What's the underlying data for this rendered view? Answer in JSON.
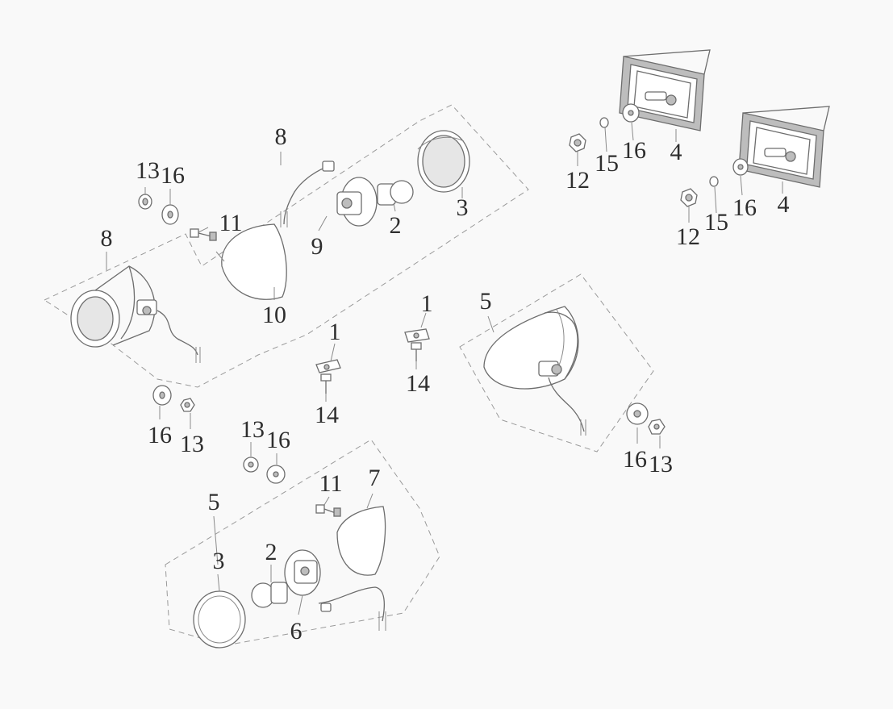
{
  "diagram": {
    "part_labels": [
      {
        "id": "l-8-top",
        "text": "8"
      },
      {
        "id": "l-13-a",
        "text": "13"
      },
      {
        "id": "l-16-a",
        "text": "16"
      },
      {
        "id": "l-8-left",
        "text": "8"
      },
      {
        "id": "l-11-top",
        "text": "11"
      },
      {
        "id": "l-9",
        "text": "9"
      },
      {
        "id": "l-2-top",
        "text": "2"
      },
      {
        "id": "l-3-top",
        "text": "3"
      },
      {
        "id": "l-10",
        "text": "10"
      },
      {
        "id": "l-12-a",
        "text": "12"
      },
      {
        "id": "l-15-a",
        "text": "15"
      },
      {
        "id": "l-16-b",
        "text": "16"
      },
      {
        "id": "l-4-a",
        "text": "4"
      },
      {
        "id": "l-12-b",
        "text": "12"
      },
      {
        "id": "l-15-b",
        "text": "15"
      },
      {
        "id": "l-16-c",
        "text": "16"
      },
      {
        "id": "l-4-b",
        "text": "4"
      },
      {
        "id": "l-1-mid",
        "text": "1"
      },
      {
        "id": "l-14-mid",
        "text": "14"
      },
      {
        "id": "l-1-right",
        "text": "1"
      },
      {
        "id": "l-14-right",
        "text": "14"
      },
      {
        "id": "l-5-right",
        "text": "5"
      },
      {
        "id": "l-16-d",
        "text": "16"
      },
      {
        "id": "l-13-b",
        "text": "13"
      },
      {
        "id": "l-13-c",
        "text": "13"
      },
      {
        "id": "l-16-e",
        "text": "16"
      },
      {
        "id": "l-16-f",
        "text": "16"
      },
      {
        "id": "l-13-d",
        "text": "13"
      },
      {
        "id": "l-5-bottom",
        "text": "5"
      },
      {
        "id": "l-11-bottom",
        "text": "11"
      },
      {
        "id": "l-7",
        "text": "7"
      },
      {
        "id": "l-3-bottom",
        "text": "3"
      },
      {
        "id": "l-2-bottom",
        "text": "2"
      },
      {
        "id": "l-6",
        "text": "6"
      }
    ]
  }
}
